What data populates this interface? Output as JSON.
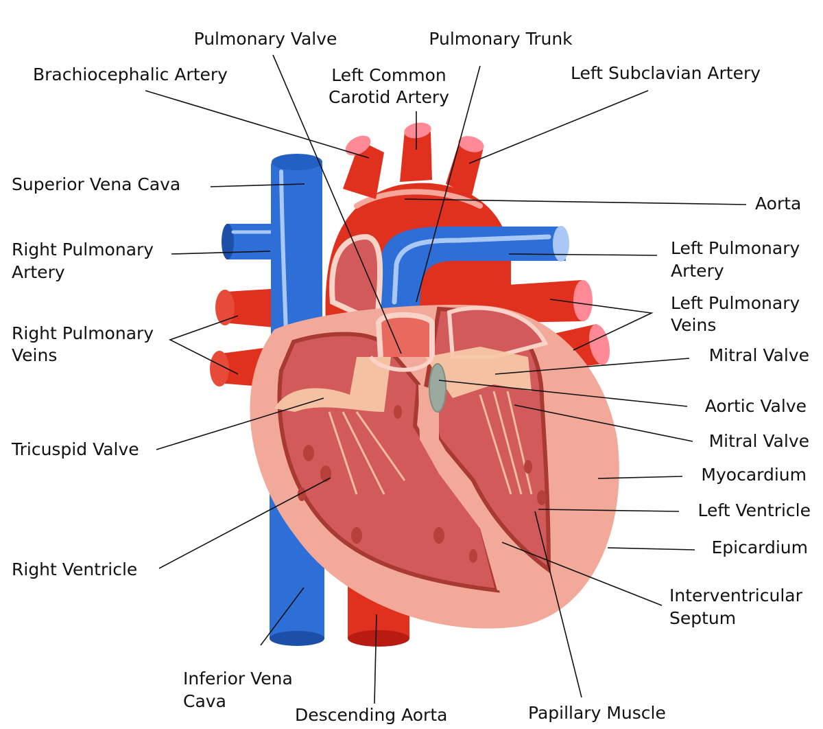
{
  "labels": {
    "pulmonary_valve": "Pulmonary Valve",
    "pulmonary_trunk": "Pulmonary Trunk",
    "brachiocephalic_artery": "Brachiocephalic Artery",
    "left_common_carotid_1": "Left Common",
    "left_common_carotid_2": "Carotid Artery",
    "left_subclavian_artery": "Left Subclavian Artery",
    "superior_vena_cava": "Superior Vena Cava",
    "aorta": "Aorta",
    "right_pulmonary_artery_1": "Right Pulmonary",
    "right_pulmonary_artery_2": "Artery",
    "left_pulmonary_artery_1": "Left Pulmonary",
    "left_pulmonary_artery_2": "Artery",
    "right_pulmonary_veins_1": "Right Pulmonary",
    "right_pulmonary_veins_2": "Veins",
    "left_pulmonary_veins_1": "Left Pulmonary",
    "left_pulmonary_veins_2": "Veins",
    "mitral_valve_upper": "Mitral Valve",
    "aortic_valve": "Aortic Valve",
    "tricuspid_valve": "Tricuspid Valve",
    "mitral_valve_lower": "Mitral Valve",
    "myocardium": "Myocardium",
    "left_ventricle": "Left Ventricle",
    "right_ventricle": "Right Ventricle",
    "epicardium": "Epicardium",
    "interventricular_septum_1": "Interventricular",
    "interventricular_septum_2": "Septum",
    "inferior_vena_cava_1": "Inferior Vena",
    "inferior_vena_cava_2": "Cava",
    "descending_aorta": "Descending Aorta",
    "papillary_muscle": "Papillary Muscle"
  },
  "colors": {
    "artery_red": "#e0301e",
    "artery_tip": "#ff8a95",
    "vein_blue": "#2d6fd6",
    "vein_highlight": "#a9c8f5",
    "heart_outer": "#f2a99a",
    "heart_inner": "#d35a5a",
    "chamber_light": "#f7c7a8",
    "valve_gray": "#9aaa9e",
    "leader_line": "#111111"
  }
}
